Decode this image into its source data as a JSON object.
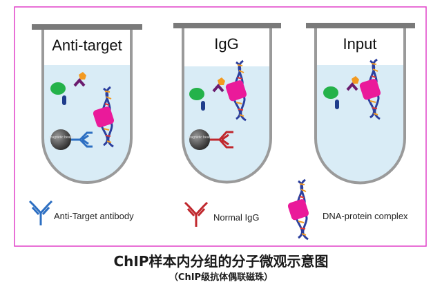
{
  "tubes": [
    {
      "label": "Anti-target",
      "bead_text": "magnetic beads"
    },
    {
      "label": "IgG",
      "bead_text": "magnetic beads"
    },
    {
      "label": "Input"
    }
  ],
  "legend": {
    "anti_target_antibody": "Anti-Target antibody",
    "normal_igg": "Normal IgG",
    "dna_protein_complex": "DNA-protein complex"
  },
  "title": "ChIP样本内分组的分子微观示意图",
  "subtitle": "（ChIP级抗体偶联磁珠）",
  "colors": {
    "frame": "#e040c8",
    "liquid": "#d9ecf6",
    "anti_target_antibody": "#2d6fc2",
    "normal_igg": "#c0272d",
    "protein_complex": "#ea1a9a",
    "dna_blue": "#2b3f9e",
    "dna_orange": "#f39a21",
    "green_protein": "#24b24a",
    "navy_protein": "#1f3d8c",
    "purple_protein": "#6a1b6e",
    "orange_protein": "#f39a21",
    "bead": "#444444"
  }
}
